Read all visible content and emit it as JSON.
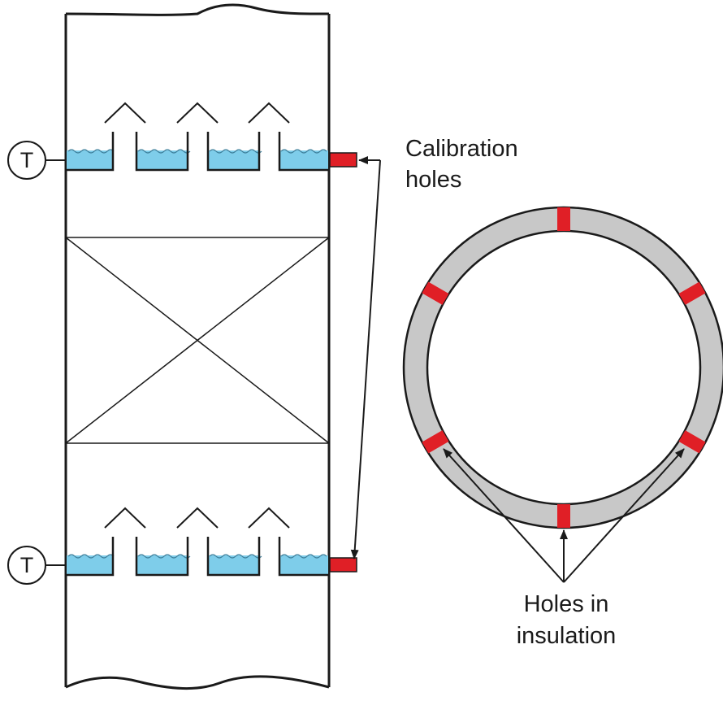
{
  "labels": {
    "calibration_line1": "Calibration",
    "calibration_line2": "holes",
    "insulation_line1": "Holes in",
    "insulation_line2": "insulation",
    "temp_top": "T",
    "temp_bottom": "T"
  },
  "colors": {
    "liquid": "#7ecdea",
    "hole": "#e01f26",
    "insulation": "#c8c8c8",
    "stroke": "#1a1a1a"
  }
}
